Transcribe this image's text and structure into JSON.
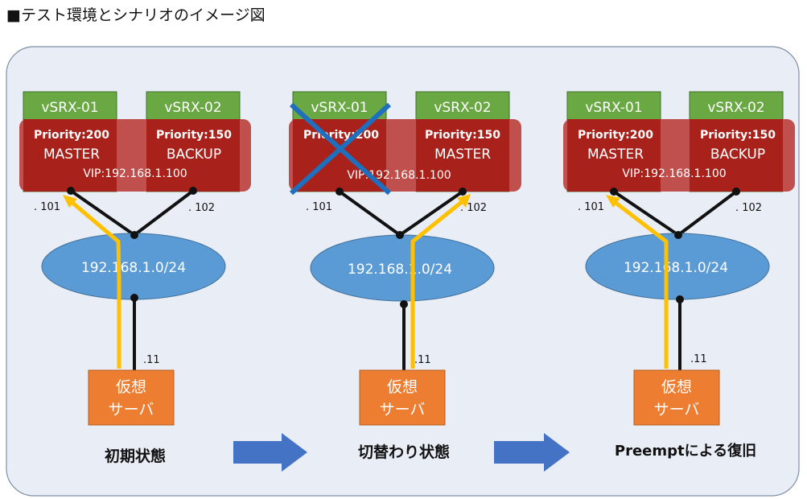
{
  "title": "■テスト環境とシナリオのイメージ図",
  "colors": {
    "panel_bg": "#e9edf5",
    "panel_border": "#7f8fa6",
    "router_green": "#6aa844",
    "group_red": "#c0504d",
    "router_red": "#a8211a",
    "network_blue": "#5b9bd5",
    "server_orange": "#ed7d31",
    "traffic_yellow": "#ffc000",
    "cross_blue": "#1f6fbf",
    "arrow_blue": "#4472c4"
  },
  "scenarios": [
    {
      "router1": {
        "name": "vSRX-01",
        "priority": "Priority:200",
        "role": "MASTER",
        "failed": false
      },
      "router2": {
        "name": "vSRX-02",
        "priority": "Priority:150",
        "role": "BACKUP",
        "failed": false
      },
      "vip": "VIP:192.168.1.100",
      "host1": ". 101",
      "host2": ". 102",
      "network": "192.168.1.0/24",
      "server_host": ".11",
      "server_line1": "仮想",
      "server_line2": "サーバ",
      "caption": "初期状態",
      "active": 1
    },
    {
      "router1": {
        "name": "vSRX-01",
        "priority": "Priority:200",
        "role": "",
        "failed": true
      },
      "router2": {
        "name": "vSRX-02",
        "priority": "Priority:150",
        "role": "MASTER",
        "failed": false
      },
      "vip": "VIP:192.168.1.100",
      "host1": ". 101",
      "host2": ". 102",
      "network": "192.168.1.0/24",
      "server_host": ".11",
      "server_line1": "仮想",
      "server_line2": "サーバ",
      "caption": "切替わり状態",
      "active": 2
    },
    {
      "router1": {
        "name": "vSRX-01",
        "priority": "Priority:200",
        "role": "MASTER",
        "failed": false
      },
      "router2": {
        "name": "vSRX-02",
        "priority": "Priority:150",
        "role": "BACKUP",
        "failed": false
      },
      "vip": "VIP:192.168.1.100",
      "host1": ". 101",
      "host2": ". 102",
      "network": "192.168.1.0/24",
      "server_host": ".11",
      "server_line1": "仮想",
      "server_line2": "サーバ",
      "caption": "Preemptによる復旧",
      "active": 1
    }
  ]
}
